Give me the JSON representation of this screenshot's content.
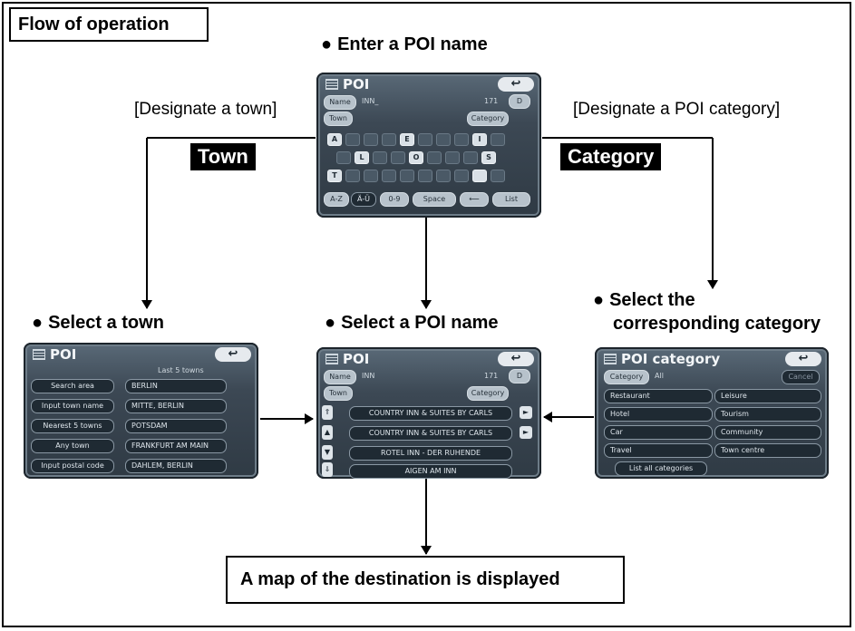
{
  "flow_title": "Flow of operation",
  "steps": {
    "enter_name": "Enter a POI name",
    "select_town": "Select a town",
    "select_poi": "Select a POI name",
    "select_category_line1": "Select the",
    "select_category_line2": "corresponding category"
  },
  "labels": {
    "designate_town": "[Designate a town]",
    "designate_category": "[Designate a POI category]",
    "tag_town": "Town",
    "tag_category": "Category"
  },
  "result": "A map of the destination is displayed",
  "screen_input": {
    "title": "POI",
    "back": "↩",
    "name_btn": "Name",
    "name_value": "INN_",
    "count": "171",
    "d_btn": "D",
    "town_btn": "Town",
    "category_btn": "Category",
    "keys_row1": [
      "A",
      "",
      "",
      "",
      "E",
      "",
      "",
      "",
      "I",
      ""
    ],
    "keys_row2": [
      "",
      "L",
      "",
      "",
      "O",
      "",
      "",
      "",
      "S"
    ],
    "keys_row3": [
      "T",
      "",
      "",
      "",
      "",
      "",
      "",
      "",
      "",
      ""
    ],
    "bottom": {
      "alpha": "A-Z",
      "a2": "Ä-Ü",
      "digits": "0-9",
      "space": "Space",
      "del": "⟵",
      "list": "List"
    }
  },
  "screen_town": {
    "title": "POI",
    "back": "↩",
    "header": "Last 5 towns",
    "left_buttons": [
      "Search area",
      "Input town name",
      "Nearest 5 towns",
      "Any town",
      "Input postal code"
    ],
    "towns": [
      "BERLIN",
      "MITTE, BERLIN",
      "POTSDAM",
      "FRANKFURT AM MAIN",
      "DAHLEM, BERLIN"
    ]
  },
  "screen_list": {
    "title": "POI",
    "back": "↩",
    "name_btn": "Name",
    "name_value": "INN",
    "count": "171",
    "d_btn": "D",
    "town_btn": "Town",
    "category_btn": "Category",
    "items": [
      "COUNTRY INN & SUITES BY CARLS",
      "COUNTRY INN & SUITES BY CARLS",
      "ROTEL INN - DER RUHENDE",
      "AIGEN AM INN"
    ]
  },
  "screen_category": {
    "title": "POI category",
    "back": "↩",
    "tab_category": "Category",
    "tab_all": "All",
    "cancel": "Cancel",
    "left": [
      "Restaurant",
      "Hotel",
      "Car",
      "Travel"
    ],
    "right": [
      "Leisure",
      "Tourism",
      "Community",
      "Town centre"
    ],
    "list_all": "List all categories"
  }
}
